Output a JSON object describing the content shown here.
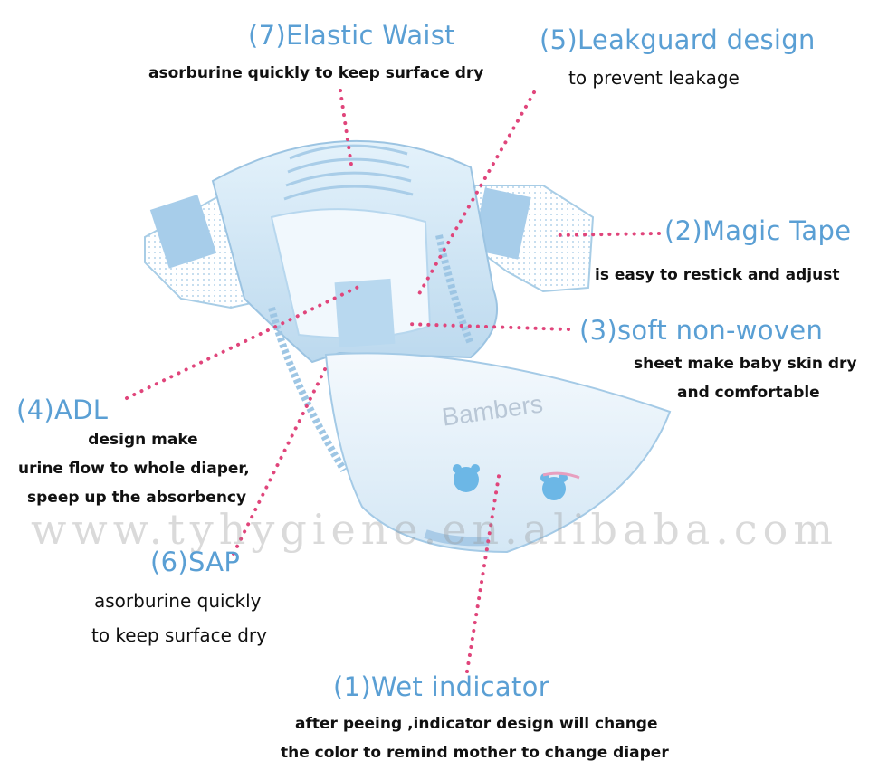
{
  "callouts": [
    {
      "id": "elastic-waist",
      "title": "(7)Elastic Waist",
      "lines": [
        "asorburine quickly to keep surface dry"
      ]
    },
    {
      "id": "leakguard",
      "title": "(5)Leakguard design",
      "lines": [
        "to prevent leakage"
      ]
    },
    {
      "id": "magic-tape",
      "title": "(2)Magic Tape",
      "lines": [
        "is easy to restick and adjust"
      ]
    },
    {
      "id": "soft-nonwoven",
      "title": "(3)soft non-woven",
      "lines": [
        "sheet make baby skin dry",
        "and comfortable"
      ]
    },
    {
      "id": "adl",
      "title": "(4)ADL",
      "lines": [
        "design make",
        "urine flow to whole diaper,",
        "speep up the absorbency"
      ]
    },
    {
      "id": "sap",
      "title": "(6)SAP",
      "lines": [
        "asorburine quickly",
        "to keep surface dry"
      ]
    },
    {
      "id": "wet-indicator",
      "title": "(1)Wet indicator",
      "lines": [
        "after peeing ,indicator design will change",
        "the color to remind mother to change diaper"
      ]
    }
  ],
  "diaper": {
    "brand_label": "Bambers"
  },
  "watermark": "www.tyhygiene.en.alibaba.com",
  "colors": {
    "title": "#5a9fd4",
    "leader": "#e0457b",
    "diaper": "#cfe6f7"
  }
}
